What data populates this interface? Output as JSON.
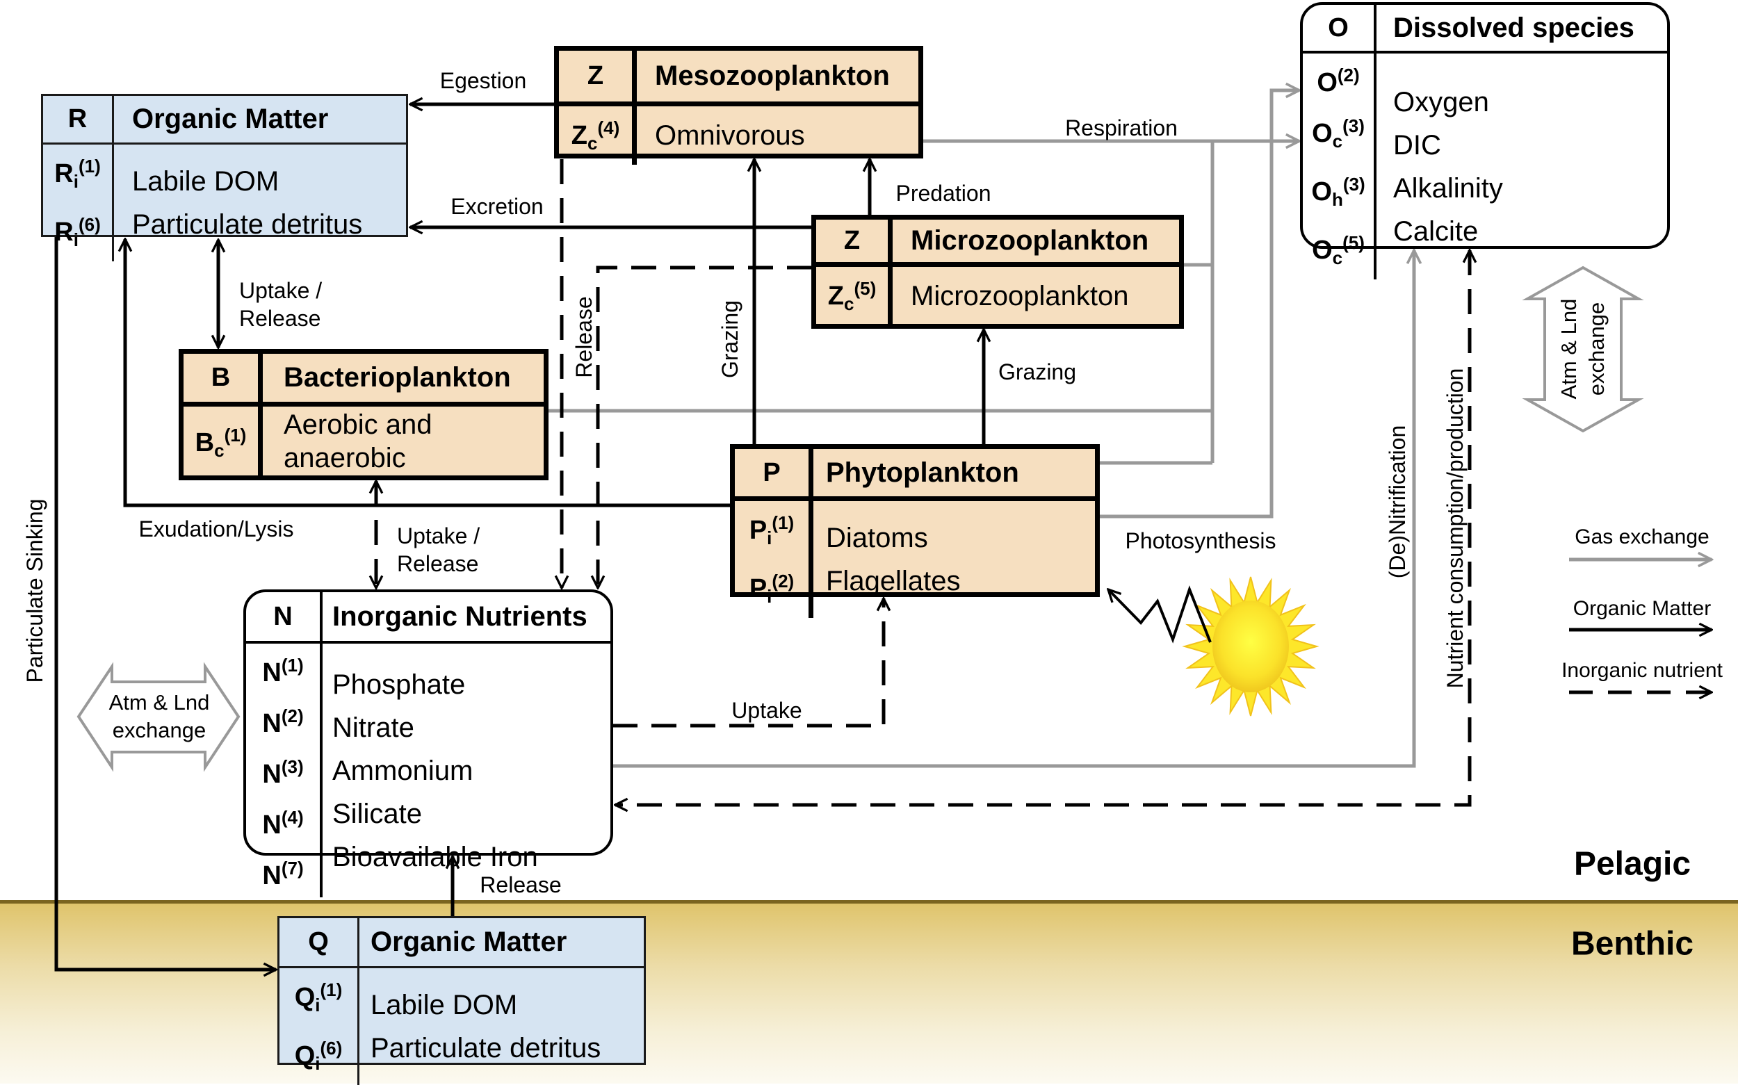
{
  "title": "Marine biogeochemical model structure",
  "boxes": {
    "R": {
      "symbol": "R",
      "title": "Organic Matter",
      "items": [
        {
          "sym": "R",
          "sub": "i",
          "sup": "(1)",
          "label": "Labile DOM"
        },
        {
          "sym": "R",
          "sub": "i",
          "sup": "(6)",
          "label": "Particulate detritus"
        }
      ]
    },
    "meso": {
      "symbol": "Z",
      "title": "Mesozooplankton",
      "items": [
        {
          "sym": "Z",
          "sub": "c",
          "sup": "(4)",
          "label": "Omnivorous"
        }
      ]
    },
    "micro": {
      "symbol": "Z",
      "title": "Microzooplankton",
      "items": [
        {
          "sym": "Z",
          "sub": "c",
          "sup": "(5)",
          "label": "Microzooplankton"
        }
      ]
    },
    "O": {
      "symbol": "O",
      "title": "Dissolved species",
      "items": [
        {
          "sym": "O",
          "sub": "",
          "sup": "(2)",
          "label": "Oxygen"
        },
        {
          "sym": "O",
          "sub": "c",
          "sup": "(3)",
          "label": "DIC"
        },
        {
          "sym": "O",
          "sub": "h",
          "sup": "(3)",
          "label": "Alkalinity"
        },
        {
          "sym": "O",
          "sub": "c",
          "sup": "(5)",
          "label": "Calcite"
        }
      ]
    },
    "B": {
      "symbol": "B",
      "title": "Bacterioplankton",
      "items": [
        {
          "sym": "B",
          "sub": "c",
          "sup": "(1)",
          "label": "Aerobic and",
          "label2": "anaerobic"
        }
      ]
    },
    "P": {
      "symbol": "P",
      "title": "Phytoplankton",
      "items": [
        {
          "sym": "P",
          "sub": "i",
          "sup": "(1)",
          "label": "Diatoms"
        },
        {
          "sym": "P",
          "sub": "i",
          "sup": "(2)",
          "label": "Flagellates"
        }
      ]
    },
    "N": {
      "symbol": "N",
      "title": "Inorganic Nutrients",
      "items": [
        {
          "sym": "N",
          "sub": "",
          "sup": "(1)",
          "label": "Phosphate"
        },
        {
          "sym": "N",
          "sub": "",
          "sup": "(2)",
          "label": "Nitrate"
        },
        {
          "sym": "N",
          "sub": "",
          "sup": "(3)",
          "label": "Ammonium"
        },
        {
          "sym": "N",
          "sub": "",
          "sup": "(4)",
          "label": "Silicate"
        },
        {
          "sym": "N",
          "sub": "",
          "sup": "(7)",
          "label": "Bioavailable Iron"
        }
      ]
    },
    "Q": {
      "symbol": "Q",
      "title": "Organic Matter",
      "items": [
        {
          "sym": "Q",
          "sub": "i",
          "sup": "(1)",
          "label": "Labile DOM"
        },
        {
          "sym": "Q",
          "sub": "i",
          "sup": "(6)",
          "label": "Particulate detritus"
        }
      ]
    }
  },
  "flows": {
    "egestion": "Egestion",
    "excretion": "Excretion",
    "respiration": "Respiration",
    "predation": "Predation",
    "grazing_meso": "Grazing",
    "grazing_micro": "Grazing",
    "release_zoo": "Release",
    "uptake_release_top_1": "Uptake /",
    "uptake_release_top_2": "Release",
    "uptake_release_bottom_1": "Uptake /",
    "uptake_release_bottom_2": "Release",
    "exudation": "Exudation/Lysis",
    "photosynthesis": "Photosynthesis",
    "uptake": "Uptake",
    "denitrification": "(De)Nitrification",
    "nutrient_cp": "Nutrient consumption/production",
    "particulate_sinking": "Particulate Sinking",
    "benthic_release": "Release",
    "exchange_left_1": "Atm & Lnd",
    "exchange_left_2": "exchange",
    "exchange_right_1": "Atm & Lnd",
    "exchange_right_2": "exchange"
  },
  "zones": {
    "pelagic": "Pelagic",
    "benthic": "Benthic"
  },
  "legend": [
    {
      "label": "Gas exchange",
      "style": "gray-solid",
      "color": "#999999"
    },
    {
      "label": "Organic Matter",
      "style": "black-solid",
      "color": "#000000"
    },
    {
      "label": "Inorganic nutrient",
      "style": "black-dashed",
      "color": "#000000"
    }
  ],
  "colors": {
    "organic_matter_fill": "#d6e4f2",
    "plankton_fill": "#f6dfc0",
    "gas_line": "#999999",
    "seabed_line": "#7a6420"
  }
}
